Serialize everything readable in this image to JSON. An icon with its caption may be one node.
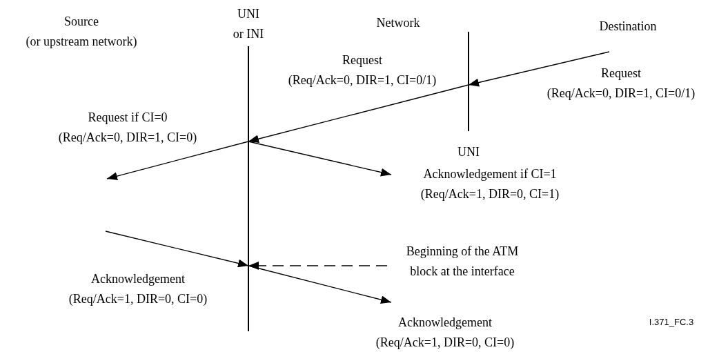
{
  "diagram": {
    "nodes": [
      {
        "text": [
          "UNI or INI"
        ]
      },
      {
        "text": [
          "UNI"
        ]
      },
      {
        "text": [
          "Beginning of the ATM block at the interface"
        ]
      }
    ],
    "edges": [
      {
        "from": null,
        "to": 1,
        "arrow": "to",
        "label": "Request (Req/Ack=0, DIR=1, CI=0/1)"
      },
      {
        "from": 1,
        "to": 0,
        "arrow": "to",
        "label": "Request (Req/Ack=0, DIR=1, CI=0/1)"
      },
      {
        "from": 0,
        "to": null,
        "arrow": "to",
        "label": "Request if CI=0 (Req/Ack=0, DIR=1, CI=0)"
      },
      {
        "from": 0,
        "to": null,
        "arrow": "to",
        "label": "Acknowledgement if CI=1 (Req/Ack=1, DIR=0, CI=1)"
      },
      {
        "from": null,
        "to": 0,
        "arrow": "to",
        "label": "Acknowledgement (Req/Ack=1, DIR=0, CI=0)"
      },
      {
        "from": 2,
        "to": 0,
        "arrow": "to",
        "style": "dashed"
      },
      {
        "from": 0,
        "to": null,
        "arrow": "to",
        "label": "Acknowledgement (Req/Ack=1, DIR=0, CI=0)"
      }
    ],
    "labels": [
      "Source (or upstream network)",
      "Network",
      "Destination",
      "I.371_FC.3"
    ]
  }
}
